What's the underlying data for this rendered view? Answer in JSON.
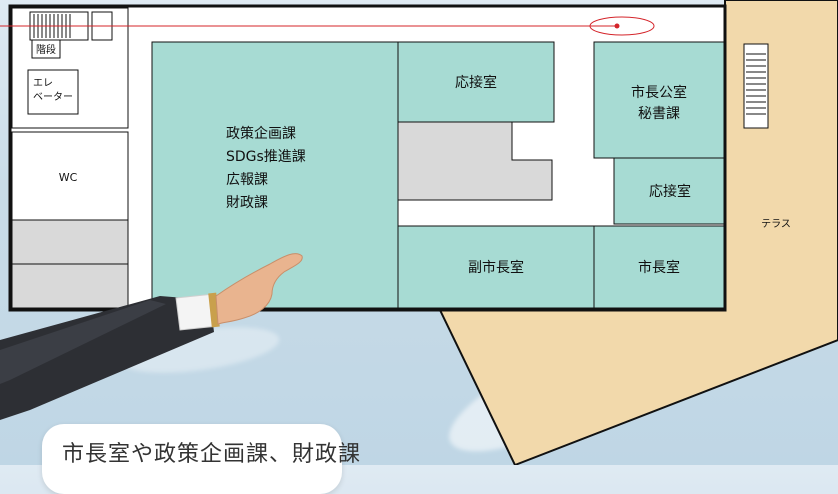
{
  "floor_plan": {
    "rooms": {
      "stairs": "階段",
      "elevator_line1": "エレ",
      "elevator_line2": "ベーター",
      "wc": "WC",
      "policy_dept_1": "政策企画課",
      "policy_dept_2": "SDGs推進課",
      "policy_dept_3": "広報課",
      "policy_dept_4": "財政課",
      "reception_1": "応接室",
      "secretary_line1": "市長公室",
      "secretary_line2": "秘書課",
      "reception_2": "応接室",
      "deputy_mayor": "副市長室",
      "mayor": "市長室",
      "terrace": "テラス"
    },
    "colors": {
      "room_teal": "#a7dbd3",
      "terrace_tan": "#f2d9ab",
      "wall": "#111111",
      "pointer_red": "#d4242a",
      "gray_block": "#d9d9d9"
    }
  },
  "caption": {
    "text": "市長室や政策企画課、財政課"
  }
}
